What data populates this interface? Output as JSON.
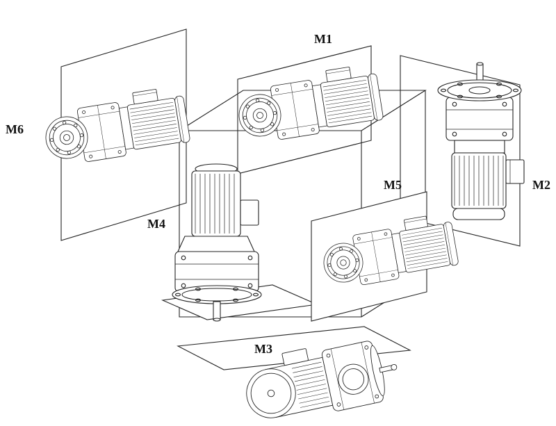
{
  "figure": {
    "background_color": "#ffffff",
    "line_color": "#222222",
    "labels": {
      "m1": "M1",
      "m2": "M2",
      "m3": "M3",
      "m4": "M4",
      "m5": "M5",
      "m6": "M6"
    }
  }
}
